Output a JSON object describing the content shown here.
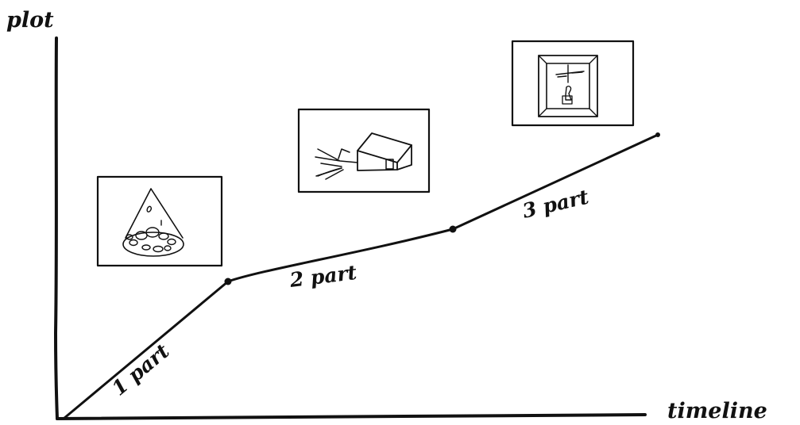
{
  "axes": {
    "y_label": "plot",
    "x_label": "timeline"
  },
  "segments": [
    {
      "label": "1 part"
    },
    {
      "label": "2 part"
    },
    {
      "label": "3 part"
    }
  ],
  "sketches": [
    {
      "icon": "spotlight-bowl-sketch-icon"
    },
    {
      "icon": "house-sketch-icon"
    },
    {
      "icon": "window-figure-sketch-icon"
    }
  ],
  "colors": {
    "ink": "#111111",
    "background": "#ffffff"
  }
}
